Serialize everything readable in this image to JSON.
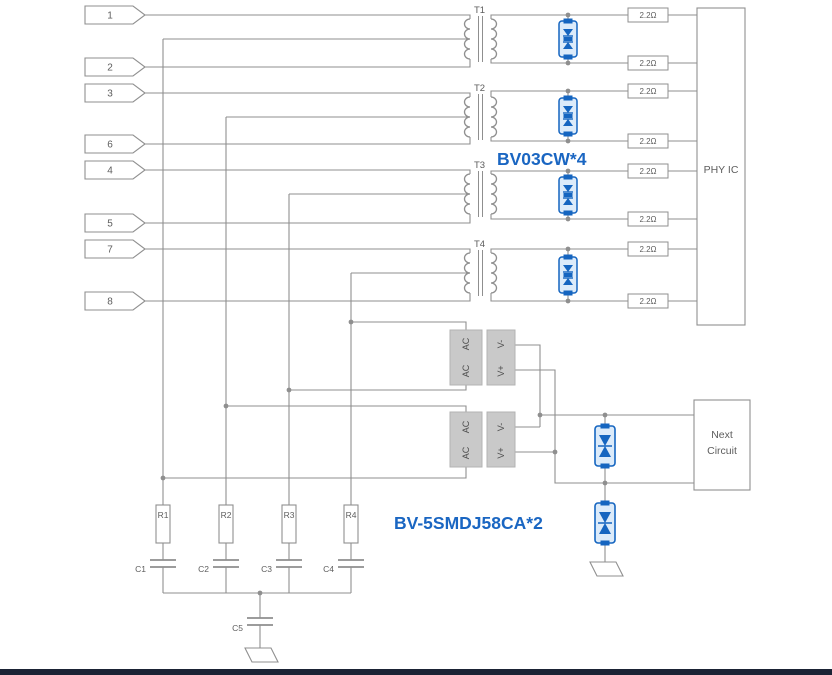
{
  "colors": {
    "wire": "#8f8f8f",
    "component_blue": "#1565c0",
    "annotation_blue": "#1a66c2",
    "bridge_gray": "#c9c9c9"
  },
  "pins": [
    {
      "label": "1"
    },
    {
      "label": "2"
    },
    {
      "label": "3"
    },
    {
      "label": "6"
    },
    {
      "label": "4"
    },
    {
      "label": "5"
    },
    {
      "label": "7"
    },
    {
      "label": "8"
    }
  ],
  "transformers": [
    {
      "label": "T1"
    },
    {
      "label": "T2"
    },
    {
      "label": "T3"
    },
    {
      "label": "T4"
    }
  ],
  "series_resistors": [
    {
      "value": "2.2Ω"
    },
    {
      "value": "2.2Ω"
    },
    {
      "value": "2.2Ω"
    },
    {
      "value": "2.2Ω"
    },
    {
      "value": "2.2Ω"
    },
    {
      "value": "2.2Ω"
    },
    {
      "value": "2.2Ω"
    },
    {
      "value": "2.2Ω"
    }
  ],
  "annotations": {
    "tvs_array_label": "BV03CW*4",
    "tvs_clamp_label": "BV-5SMDJ58CA*2"
  },
  "phy_ic_label": "PHY IC",
  "next_circuit": {
    "line1": "Next",
    "line2": "Circuit"
  },
  "bridges": [
    {
      "ac_top": "AC",
      "ac_bottom": "AC",
      "v_top": "V-",
      "v_bottom": "V+"
    },
    {
      "ac_top": "AC",
      "ac_bottom": "AC",
      "v_top": "V-",
      "v_bottom": "V+"
    }
  ],
  "termination": {
    "resistors": [
      {
        "label": "R1"
      },
      {
        "label": "R2"
      },
      {
        "label": "R3"
      },
      {
        "label": "R4"
      }
    ],
    "capacitors": [
      {
        "label": "C1"
      },
      {
        "label": "C2"
      },
      {
        "label": "C3"
      },
      {
        "label": "C4"
      },
      {
        "label": "C5"
      }
    ]
  }
}
